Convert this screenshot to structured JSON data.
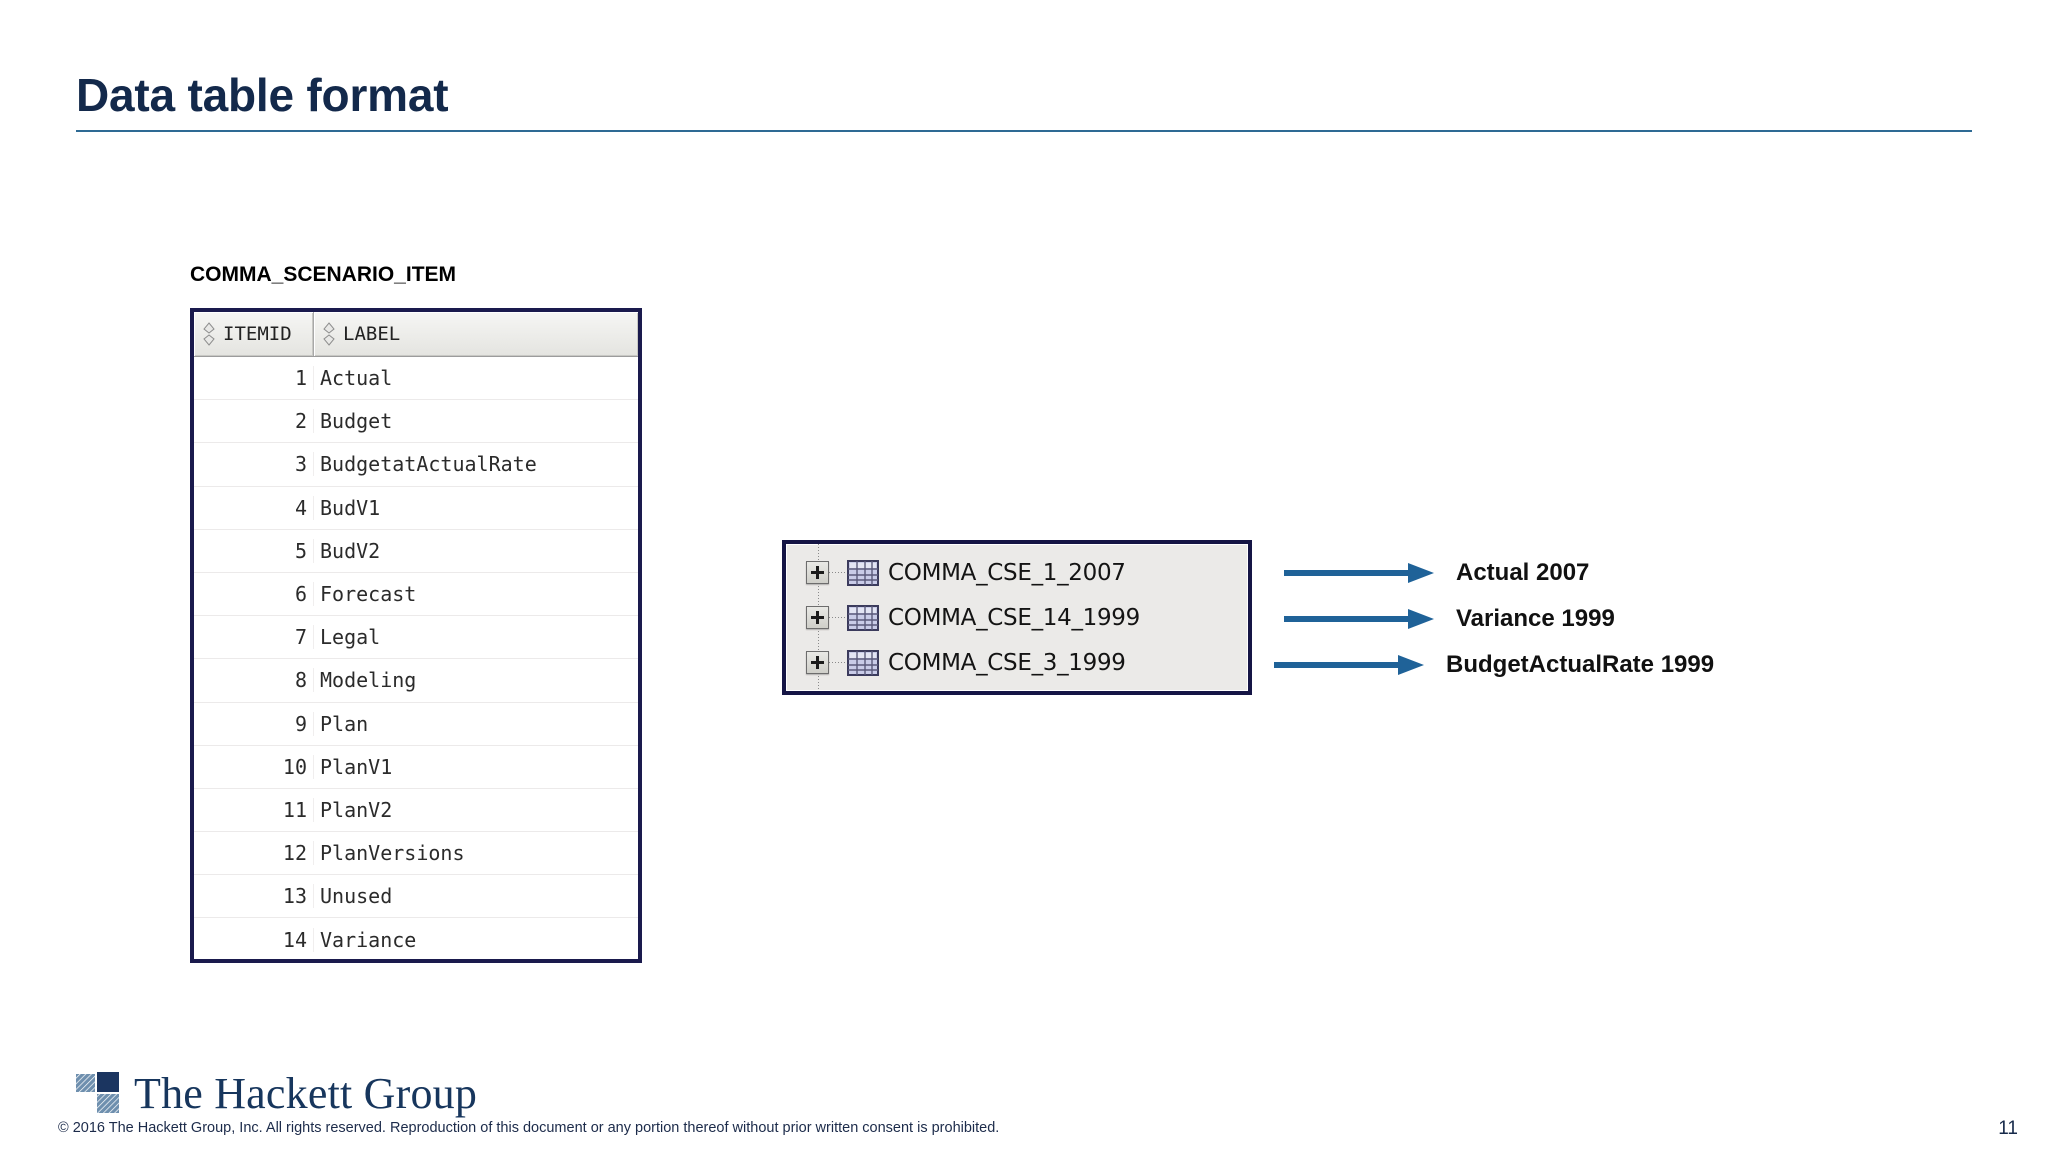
{
  "slide": {
    "title": "Data table format",
    "page_number": "11",
    "accent_color": "#13294B",
    "rule_color": "#2E6A94",
    "arrow_color": "#1F6298"
  },
  "data_table": {
    "caption": "COMMA_SCENARIO_ITEM",
    "columns": [
      "ITEMID",
      "LABEL"
    ],
    "header_icon": "sort-updown-icon",
    "rows": [
      {
        "itemid": "1",
        "label": "Actual"
      },
      {
        "itemid": "2",
        "label": "Budget"
      },
      {
        "itemid": "3",
        "label": "BudgetatActualRate"
      },
      {
        "itemid": "4",
        "label": "BudV1"
      },
      {
        "itemid": "5",
        "label": "BudV2"
      },
      {
        "itemid": "6",
        "label": "Forecast"
      },
      {
        "itemid": "7",
        "label": "Legal"
      },
      {
        "itemid": "8",
        "label": "Modeling"
      },
      {
        "itemid": "9",
        "label": "Plan"
      },
      {
        "itemid": "10",
        "label": "PlanV1"
      },
      {
        "itemid": "11",
        "label": "PlanV2"
      },
      {
        "itemid": "12",
        "label": "PlanVersions"
      },
      {
        "itemid": "13",
        "label": "Unused"
      },
      {
        "itemid": "14",
        "label": "Variance"
      }
    ]
  },
  "tree_panel": {
    "expand_icon": "plus-box-icon",
    "node_icon": "table-grid-icon",
    "items": [
      {
        "label": "COMMA_CSE_1_2007"
      },
      {
        "label": "COMMA_CSE_14_1999"
      },
      {
        "label": "COMMA_CSE_3_1999"
      }
    ]
  },
  "callouts": [
    {
      "text": "Actual 2007"
    },
    {
      "text": "Variance 1999"
    },
    {
      "text": "BudgetActualRate 1999"
    }
  ],
  "footer": {
    "logo_text": "The Hackett Group",
    "copyright": "© 2016 The Hackett Group, Inc.  All rights reserved. Reproduction of this document or any portion thereof without prior written consent is prohibited."
  }
}
